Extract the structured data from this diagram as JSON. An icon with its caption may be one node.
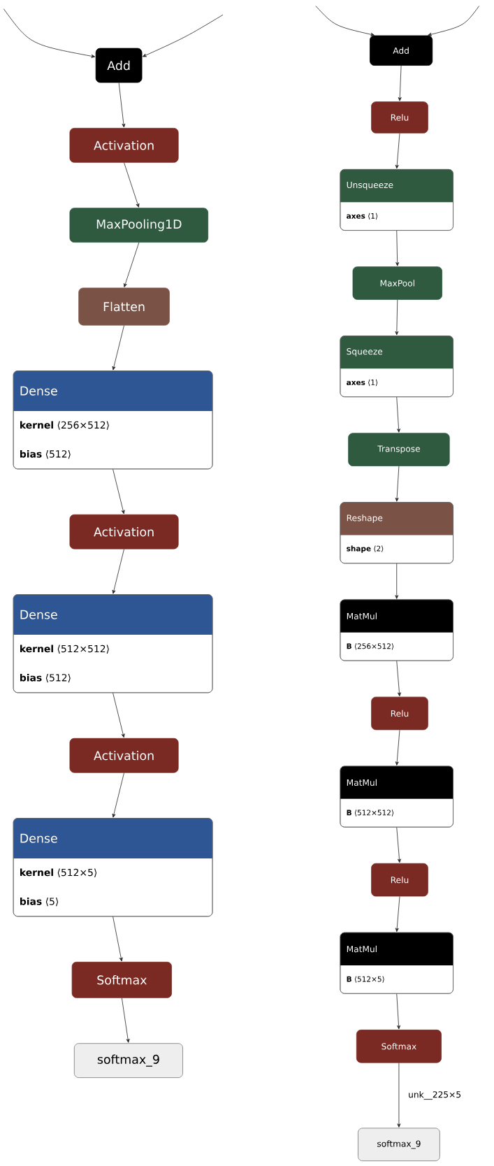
{
  "diagram": {
    "nodes": [
      {
        "text": [
          "Add"
        ]
      },
      {
        "text": [
          "Activation"
        ]
      },
      {
        "text": [
          "MaxPooling1D"
        ]
      },
      {
        "text": [
          "Flatten"
        ]
      },
      {
        "text": [
          "Dense",
          "**kernel** ⟨256×512⟩",
          "**bias** ⟨512⟩"
        ]
      },
      {
        "text": [
          "Activation"
        ]
      },
      {
        "text": [
          "Dense",
          "**kernel** ⟨512×512⟩",
          "**bias** ⟨512⟩"
        ]
      },
      {
        "text": [
          "Activation"
        ]
      },
      {
        "text": [
          "Dense",
          "**kernel** ⟨512×5⟩",
          "**bias** ⟨5⟩"
        ]
      },
      {
        "text": [
          "Softmax"
        ]
      },
      {
        "text": [
          "softmax_9"
        ]
      },
      {
        "text": [
          "Add"
        ]
      },
      {
        "text": [
          "Relu"
        ]
      },
      {
        "text": [
          "Unsqueeze",
          "**axes** ⟨1⟩"
        ]
      },
      {
        "text": [
          "MaxPool"
        ]
      },
      {
        "text": [
          "Squeeze",
          "**axes** ⟨1⟩"
        ]
      },
      {
        "text": [
          "Transpose"
        ]
      },
      {
        "text": [
          "Reshape",
          "**shape** ⟨2⟩"
        ]
      },
      {
        "text": [
          "MatMul",
          "**B** ⟨256×512⟩"
        ]
      },
      {
        "text": [
          "Relu"
        ]
      },
      {
        "text": [
          "MatMul",
          "**B** ⟨512×512⟩"
        ]
      },
      {
        "text": [
          "Relu"
        ]
      },
      {
        "text": [
          "MatMul",
          "**B** ⟨512×5⟩"
        ]
      },
      {
        "text": [
          "Softmax"
        ]
      },
      {
        "text": [
          "softmax_9"
        ]
      }
    ],
    "edges": [
      {
        "from": null,
        "to": 0,
        "arrow": "to"
      },
      {
        "from": null,
        "to": 0,
        "arrow": "to"
      },
      {
        "from": 0,
        "to": 1,
        "arrow": "to"
      },
      {
        "from": 1,
        "to": 2,
        "arrow": "to"
      },
      {
        "from": 2,
        "to": 3,
        "arrow": "to"
      },
      {
        "from": 3,
        "to": 4,
        "arrow": "to"
      },
      {
        "from": 4,
        "to": 5,
        "arrow": "to"
      },
      {
        "from": 5,
        "to": 6,
        "arrow": "to"
      },
      {
        "from": 6,
        "to": 7,
        "arrow": "to"
      },
      {
        "from": 7,
        "to": 8,
        "arrow": "to"
      },
      {
        "from": 8,
        "to": 9,
        "arrow": "to"
      },
      {
        "from": 9,
        "to": 10,
        "arrow": "to"
      },
      {
        "from": null,
        "to": 11,
        "arrow": "to"
      },
      {
        "from": null,
        "to": 11,
        "arrow": "to"
      },
      {
        "from": 11,
        "to": 12,
        "arrow": "to"
      },
      {
        "from": 12,
        "to": 13,
        "arrow": "to"
      },
      {
        "from": 13,
        "to": 14,
        "arrow": "to"
      },
      {
        "from": 14,
        "to": 15,
        "arrow": "to"
      },
      {
        "from": 15,
        "to": 16,
        "arrow": "to"
      },
      {
        "from": 16,
        "to": 17,
        "arrow": "to"
      },
      {
        "from": 17,
        "to": 18,
        "arrow": "to"
      },
      {
        "from": 18,
        "to": 19,
        "arrow": "to"
      },
      {
        "from": 19,
        "to": 20,
        "arrow": "to"
      },
      {
        "from": 20,
        "to": 21,
        "arrow": "to"
      },
      {
        "from": 21,
        "to": 22,
        "arrow": "to"
      },
      {
        "from": 22,
        "to": 23,
        "arrow": "to"
      },
      {
        "from": 23,
        "to": 24,
        "arrow": "to",
        "label": "unk__225×5"
      }
    ]
  }
}
